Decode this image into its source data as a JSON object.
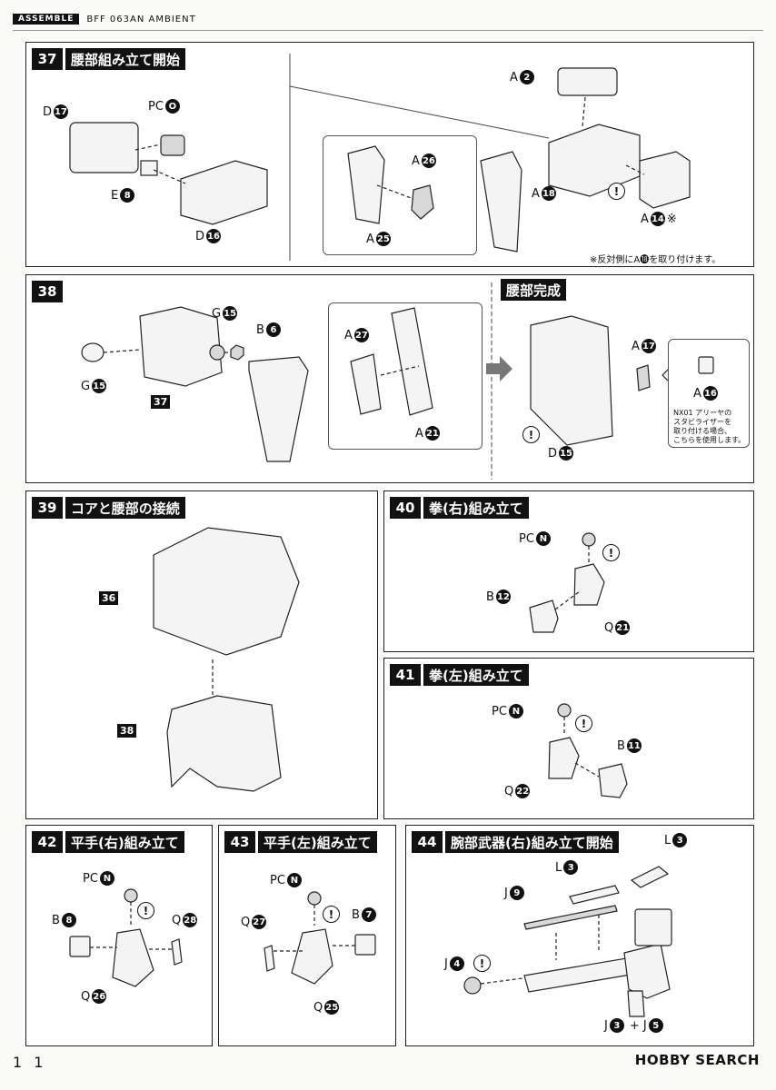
{
  "header": {
    "tag": "ASSEMBLE",
    "title": "BFF 063AN AMBIENT"
  },
  "page_number": "1 1",
  "logo": "HOBBY SEARCH",
  "steps": {
    "s37": {
      "num": "37",
      "title": "腰部組み立て開始",
      "note": "※反対側にA⓲を取り付けます。",
      "labels": [
        "D",
        "PC",
        "E",
        "D",
        "A",
        "A",
        "A",
        "A",
        "A"
      ],
      "badges": [
        "17",
        "O",
        "8",
        "16",
        "2",
        "26",
        "25",
        "18",
        "14"
      ]
    },
    "s38": {
      "num": "38",
      "title": "",
      "ref": "37",
      "labels": [
        "G",
        "B",
        "G",
        "A",
        "A"
      ],
      "badges": [
        "15",
        "6",
        "15",
        "27",
        "21"
      ]
    },
    "waist": {
      "title": "腰部完成",
      "labels": [
        "A",
        "D",
        "A"
      ],
      "badges": [
        "17",
        "15",
        "16"
      ],
      "note_lines": [
        "NX01 アリーヤの",
        "スタビライザーを",
        "取り付ける場合、",
        "こちらを使用します。"
      ]
    },
    "s39": {
      "num": "39",
      "title": "コアと腰部の接続",
      "refs": [
        "36",
        "38"
      ]
    },
    "s40": {
      "num": "40",
      "title": "拳(右)組み立て",
      "labels": [
        "PC",
        "B",
        "Q"
      ],
      "badges": [
        "N",
        "12",
        "21"
      ]
    },
    "s41": {
      "num": "41",
      "title": "拳(左)組み立て",
      "labels": [
        "PC",
        "B",
        "Q"
      ],
      "badges": [
        "N",
        "11",
        "22"
      ]
    },
    "s42": {
      "num": "42",
      "title": "平手(右)組み立て",
      "labels": [
        "PC",
        "B",
        "Q",
        "Q"
      ],
      "badges": [
        "N",
        "8",
        "28",
        "26"
      ]
    },
    "s43": {
      "num": "43",
      "title": "平手(左)組み立て",
      "labels": [
        "PC",
        "Q",
        "B",
        "Q"
      ],
      "badges": [
        "N",
        "27",
        "7",
        "25"
      ]
    },
    "s44": {
      "num": "44",
      "title": "腕部武器(右)組み立て開始",
      "labels": [
        "L",
        "L",
        "J",
        "J",
        "J",
        "+ J"
      ],
      "badges": [
        "3",
        "3",
        "9",
        "4",
        "3",
        "5"
      ]
    }
  }
}
